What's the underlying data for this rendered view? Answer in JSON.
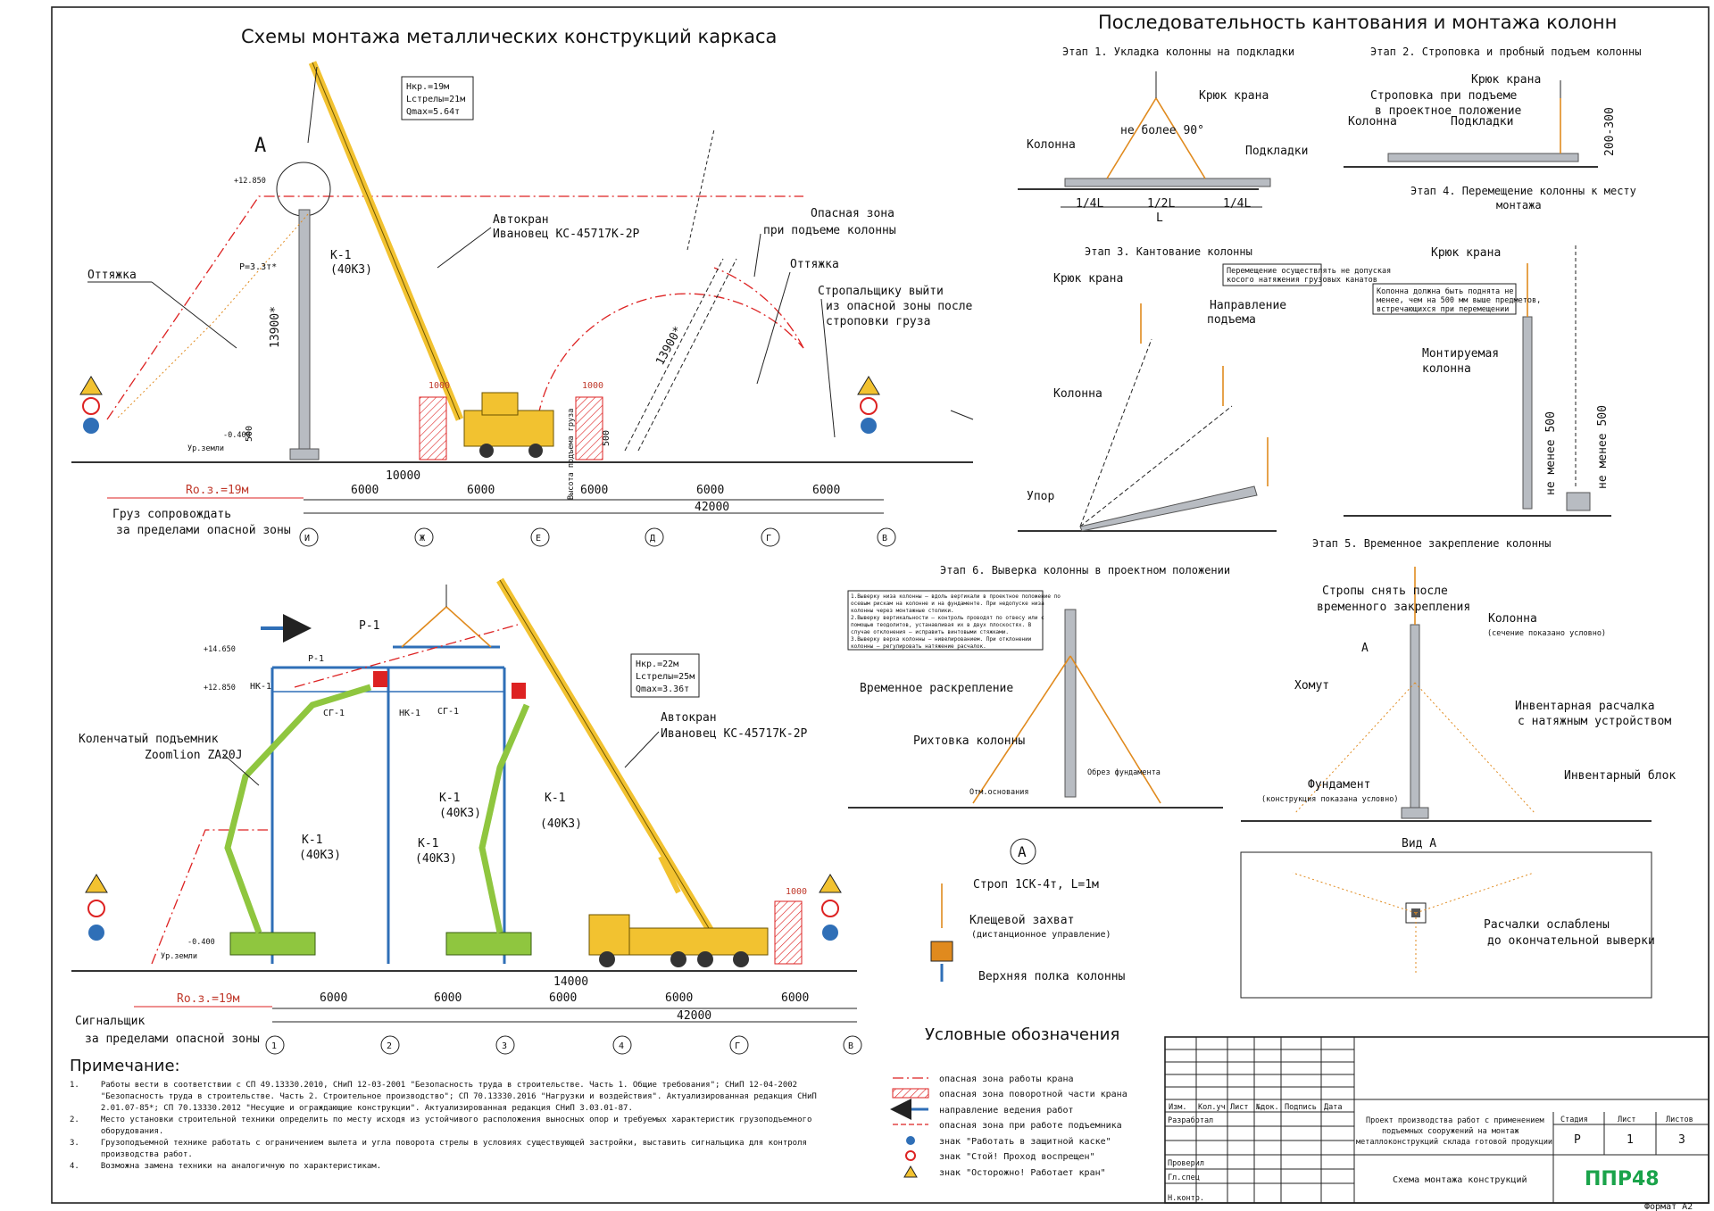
{
  "sheet": {
    "title_left": "Схемы монтажа металлических конструкций каркаса",
    "title_right": "Последовательность кантования и монтажа колонн",
    "format": "Формат А2"
  },
  "upper_scheme": {
    "view_a_marker": "А",
    "crane_params": [
      "Hкр.=19м",
      "Lстрелы=21м",
      "Qmax=5.64т"
    ],
    "crane_label": [
      "Автокран",
      "Ивановец КС-45717К-2Р"
    ],
    "column_label": [
      "К-1",
      "(40К3)"
    ],
    "height_dim": "13900*",
    "height_dim_2": "13900*",
    "elev_top": "+12.850",
    "elev_low": "-0.400",
    "ground": "Ур.земли",
    "p_load": "P=3.3т*",
    "guy_left": "Оттяжка",
    "guy_right": "Оттяжка",
    "danger_lift": [
      "Опасная зона",
      "при подъеме колонны"
    ],
    "slinger_note": [
      "Стропальщику выйти",
      "из опасной зоны после",
      "строповки груза"
    ],
    "cargo_note": [
      "Груз сопровождать",
      "за пределами опасной зоны"
    ],
    "rz": "Rо.з.=19м",
    "d500": "500",
    "d500b": "500",
    "d1000a": "1000",
    "d1000b": "1000",
    "d10000": "10000",
    "lift_height": "Высота подъема груза",
    "spans": [
      "6000",
      "6000",
      "6000",
      "6000",
      "6000"
    ],
    "total": "42000",
    "axes": [
      "И",
      "Ж",
      "Е",
      "Д",
      "Г",
      "В"
    ]
  },
  "lower_scheme": {
    "crane_params": [
      "Hкр.=22м",
      "Lстрелы=25м",
      "Qmax=3.36т"
    ],
    "crane_label": [
      "Автокран",
      "Ивановец КС-45717К-2Р"
    ],
    "lift_label": [
      "Коленчатый подъемник",
      "Zoomlion ZA20J"
    ],
    "beam_p1": "Р-1",
    "beam_p1b": "Р-1",
    "hk1": "НК-1",
    "hk1b": "НК-1",
    "sg1": "СГ-1",
    "sg1b": "СГ-1",
    "col_a": [
      "К-1",
      "(40К3)"
    ],
    "col_b": [
      "К-1",
      "(40К3)"
    ],
    "col_c": [
      "К-1",
      "(40К3)"
    ],
    "col_d": [
      "К-1",
      "(40К3)"
    ],
    "elev_top": "+14.650",
    "elev_mid": "+12.850",
    "elev_low": "-0.400",
    "ground": "Ур.земли",
    "signal_note": [
      "Сигнальщик",
      "за пределами опасной зоны"
    ],
    "rz": "Rо.з.=19м",
    "d1000": "1000",
    "d14000": "14000",
    "spans": [
      "6000",
      "6000",
      "6000",
      "6000",
      "6000"
    ],
    "total": "42000",
    "axes": [
      "1",
      "2",
      "3",
      "4",
      "Г",
      "В"
    ]
  },
  "stage1": {
    "title": "Этап 1. Укладка колонны на подкладки",
    "hook": "Крюк крана",
    "angle": "не более 90°",
    "column": "Колонна",
    "pads": "Подкладки",
    "d1": "1/4L",
    "d2": "1/2L",
    "d3": "1/4L",
    "total": "L"
  },
  "stage2": {
    "title": "Этап 2. Строповка и пробный подъем колонны",
    "hook": "Крюк крана",
    "slinging": [
      "Строповка при подъеме",
      "в проектное положение"
    ],
    "column": "Колонна",
    "pads": "Подкладки",
    "gap": "200-300"
  },
  "stage3": {
    "title": "Этап 3. Кантование колонны",
    "hook": "Крюк крана",
    "note": [
      "Перемещение осуществлять не допуская",
      "косого натяжения грузовых канатов"
    ],
    "direction": [
      "Направление",
      "подъема"
    ],
    "column": "Колонна",
    "stop": "Упор"
  },
  "stage4": {
    "title": [
      "Этап 4. Перемещение колонны к месту",
      "монтажа"
    ],
    "hook": "Крюк крана",
    "note": [
      "Колонна должна быть поднята не",
      "менее, чем на 500 мм выше предметов,",
      "встречающихся при перемещении"
    ],
    "column": [
      "Монтируемая",
      "колонна"
    ],
    "d_a": "не менее 500",
    "d_b": "не менее 500"
  },
  "stage5": {
    "title": "Этап 5. Временное закрепление колонны",
    "slings": [
      "Стропы снять после",
      "временного закрепления"
    ],
    "column": "Колонна",
    "column_note": "(сечение показано условно)",
    "clamp": "Хомут",
    "guy": [
      "Инвентарная расчалка",
      "с натяжным устройством"
    ],
    "block": "Инвентарный блок",
    "foundation": "Фундамент",
    "foundation_note": "(конструкция показана условно)",
    "mark": "А",
    "view": "Вид А",
    "guy_note": [
      "Расчалки ослаблены",
      "до окончательной выверки"
    ]
  },
  "stage6": {
    "title": "Этап 6. Выверка колонны в проектном положении",
    "notes": [
      "1.Выверку низа колонны – вдоль вертикали в проектное положение по",
      "осевым рискам на колонне и на фундаменте. При недопуске низа",
      "колонны через монтажные столики.",
      "2.Выверку вертикальности – контроль проводят по отвесу или с",
      "помощью теодолитов, устанавливая их в двух плоскостях. В",
      "случае отклонения – исправить винтовыми стяжками.",
      "3.Выверку верха колонны – нивелированием. При отклонении",
      "колонны – регулировать натяжение расчалок."
    ],
    "temp": "Временное раскрепление",
    "rikhtovka": "Рихтовка колонны",
    "otmetka": "Отм.основания",
    "obrez": "Обрез фундамента"
  },
  "detail_a": {
    "mark": "А",
    "sling": "Строп 1СК-4т, L=1м",
    "grip": "Клещевой захват",
    "grip_note": "(дистанционное управление)",
    "flange": "Верхняя полка колонны"
  },
  "legend": {
    "title": "Условные обозначения",
    "items": [
      "опасная зона работы крана",
      "опасная зона поворотной части крана",
      "направление ведения работ",
      "опасная зона при работе подъемника",
      "знак \"Работать в защитной каске\"",
      "знак \"Стой! Проход воспрещен\"",
      "знак \"Осторожно! Работает кран\""
    ]
  },
  "notes": {
    "title": "Примечание:",
    "items": [
      [
        "1.",
        "Работы вести в соответствии с СП 49.13330.2010, СНиП 12-03-2001 \"Безопасность труда в строительстве. Часть 1. Общие требования\"; СНиП 12-04-2002 \"Безопасность труда в строительстве. Часть 2. Строительное производство\"; СП 70.13330.2016 \"Нагрузки и воздействия\". Актуализированная редакция СНиП 2.01.07-85*; СП 70.13330.2012 \"Несущие и ограждающие конструкции\". Актуализированная редакция СНиП 3.03.01-87."
      ],
      [
        "2.",
        "Место установки строительной техники определить по месту исходя из устойчивого расположения выносных опор и требуемых характеристик грузоподъемного оборудования."
      ],
      [
        "3.",
        "Грузоподъемной технике работать с ограничением вылета и угла поворота стрелы в условиях существующей застройки, выставить сигнальщика для контроля производства работ."
      ],
      [
        "4.",
        "Возможна замена техники на аналогичную по характеристикам."
      ]
    ]
  },
  "title_block": {
    "headers": [
      "Изм.",
      "Кол.уч",
      "Лист",
      "№док.",
      "Подпись",
      "Дата"
    ],
    "roles": [
      "Разработал",
      "",
      "Проверил",
      "Гл.спец",
      "",
      "Н.контр."
    ],
    "project": [
      "Проект производства работ с применением",
      "подъемных сооружений на монтаж",
      "металлоконструкций склада готовой продукции"
    ],
    "drawing": "Схема монтажа конструкций",
    "stage_h": "Стадия",
    "sheet_h": "Лист",
    "sheets_h": "Листов",
    "stage_v": "Р",
    "sheet_v": "1",
    "sheets_v": "3",
    "logo": "ППР48"
  }
}
